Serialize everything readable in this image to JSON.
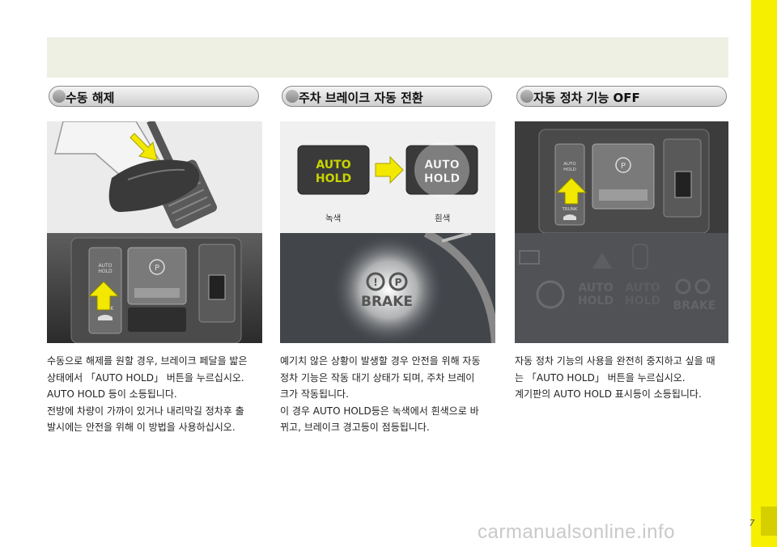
{
  "sections": [
    {
      "title": "수동 해제",
      "paragraphs": [
        "수동으로 해제를 원할 경우, 브레이크 페달을 밟은",
        "상태에서 「AUTO HOLD」 버튼을 누르십시오.",
        "AUTO HOLD 등이 소등됩니다.",
        "전방에 차량이 가까이 있거나 내리막길 정차후 출",
        "발시에는 안전을 위해 이 방법을 사용하십시오."
      ]
    },
    {
      "title": "주차 브레이크 자동 전환",
      "paragraphs": [
        "예기치 않은 상황이 발생할 경우 안전을 위해 자동",
        "정차 기능은 작동 대기 상태가 되며, 주차 브레이",
        "크가 작동됩니다.",
        "이 경우 AUTO HOLD등은 녹색에서 흰색으로 바",
        "뀌고, 브레이크 경고등이 점등됩니다."
      ]
    },
    {
      "title": "자동 정차 기능 OFF",
      "paragraphs": [
        "자동 정차 기능의 사용을 완전히 중지하고 싶을 때",
        "는 「AUTO HOLD」 버튼을 누르십시오.",
        "계기판의 AUTO HOLD 표시등이 소등됩니다."
      ]
    }
  ],
  "indicator_labels": {
    "green": "녹색",
    "white": "흰색",
    "auto_line1": "AUTO",
    "auto_line2": "HOLD",
    "brake": "BRAKE",
    "trunk": "TRUNK"
  },
  "colors": {
    "accent_yellow": "#f6f000",
    "auto_hold_green": "#c8d400",
    "arrow_yellow": "#f2e800"
  },
  "page_number": "7",
  "watermark": "carmanualsonline.info"
}
